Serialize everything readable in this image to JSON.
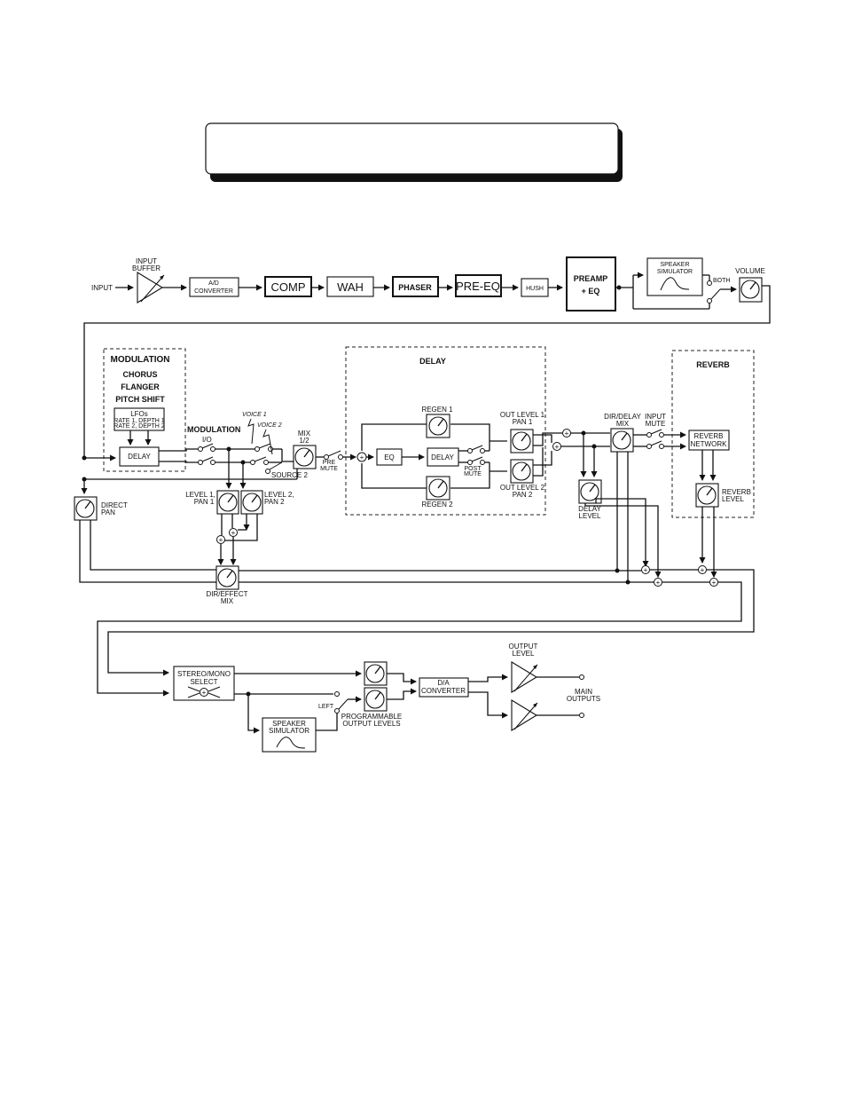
{
  "labels": {
    "input": "INPUT",
    "input_buffer_1": "INPUT",
    "input_buffer_2": "BUFFER",
    "ad_1": "A/D",
    "ad_2": "CONVERTER",
    "comp": "COMP",
    "wah": "WAH",
    "phaser": "PHASER",
    "pre_eq": "PRE-EQ",
    "hush": "HUSH",
    "preamp_1": "PREAMP",
    "preamp_2": "+ EQ",
    "spk_top_1": "SPEAKER",
    "spk_top_2": "SIMULATOR",
    "both": "BOTH",
    "volume": "VOLUME",
    "mod_title": "MODULATION",
    "mod_chorus": "CHORUS",
    "mod_flanger": "FLANGER",
    "mod_pitch": "PITCH SHIFT",
    "lfo_1": "LFOs",
    "lfo_2": "RATE 1, DEPTH 1",
    "lfo_3": "RATE 2, DEPTH 2",
    "mod_delay": "DELAY",
    "modulation_io_1": "MODULATION",
    "modulation_io_2": "I/O",
    "voice1": "VOICE 1",
    "voice2": "VOICE 2",
    "mix12_1": "MIX",
    "mix12_2": "1/2",
    "pre_mute_1": "PRE",
    "pre_mute_2": "MUTE",
    "source2": "SOURCE 2",
    "direct_pan_1": "DIRECT",
    "direct_pan_2": "PAN",
    "level1_1": "LEVEL 1,",
    "level1_2": "PAN 1",
    "level2_1": "LEVEL 2,",
    "level2_2": "PAN 2",
    "delay_title": "DELAY",
    "regen1": "REGEN 1",
    "regen2": "REGEN 2",
    "eq": "EQ",
    "delay_box": "DELAY",
    "post_mute_1": "POST",
    "post_mute_2": "MUTE",
    "outlevel1_1": "OUT LEVEL 1",
    "outlevel1_2": "PAN 1",
    "outlevel2_1": "OUT LEVEL 2",
    "outlevel2_2": "PAN 2",
    "dirdelay_1": "DIR/DELAY",
    "dirdelay_2": "MIX",
    "delay_level_1": "DELAY",
    "delay_level_2": "LEVEL",
    "input_mute_1": "INPUT",
    "input_mute_2": "MUTE",
    "reverb_title": "REVERB",
    "reverb_net_1": "REVERB",
    "reverb_net_2": "NETWORK",
    "reverb_level_1": "REVERB",
    "reverb_level_2": "LEVEL",
    "direffect_1": "DIR/EFFECT",
    "direffect_2": "MIX",
    "stereo_1": "STEREO/MONO",
    "stereo_2": "SELECT",
    "left": "LEFT",
    "spk_bot_1": "SPEAKER",
    "spk_bot_2": "SIMULATOR",
    "prog_1": "PROGRAMMABLE",
    "prog_2": "OUTPUT LEVELS",
    "da_1": "D/A",
    "da_2": "CONVERTER",
    "output_level_1": "OUTPUT",
    "output_level_2": "LEVEL",
    "main_1": "MAIN",
    "main_2": "OUTPUTS"
  }
}
